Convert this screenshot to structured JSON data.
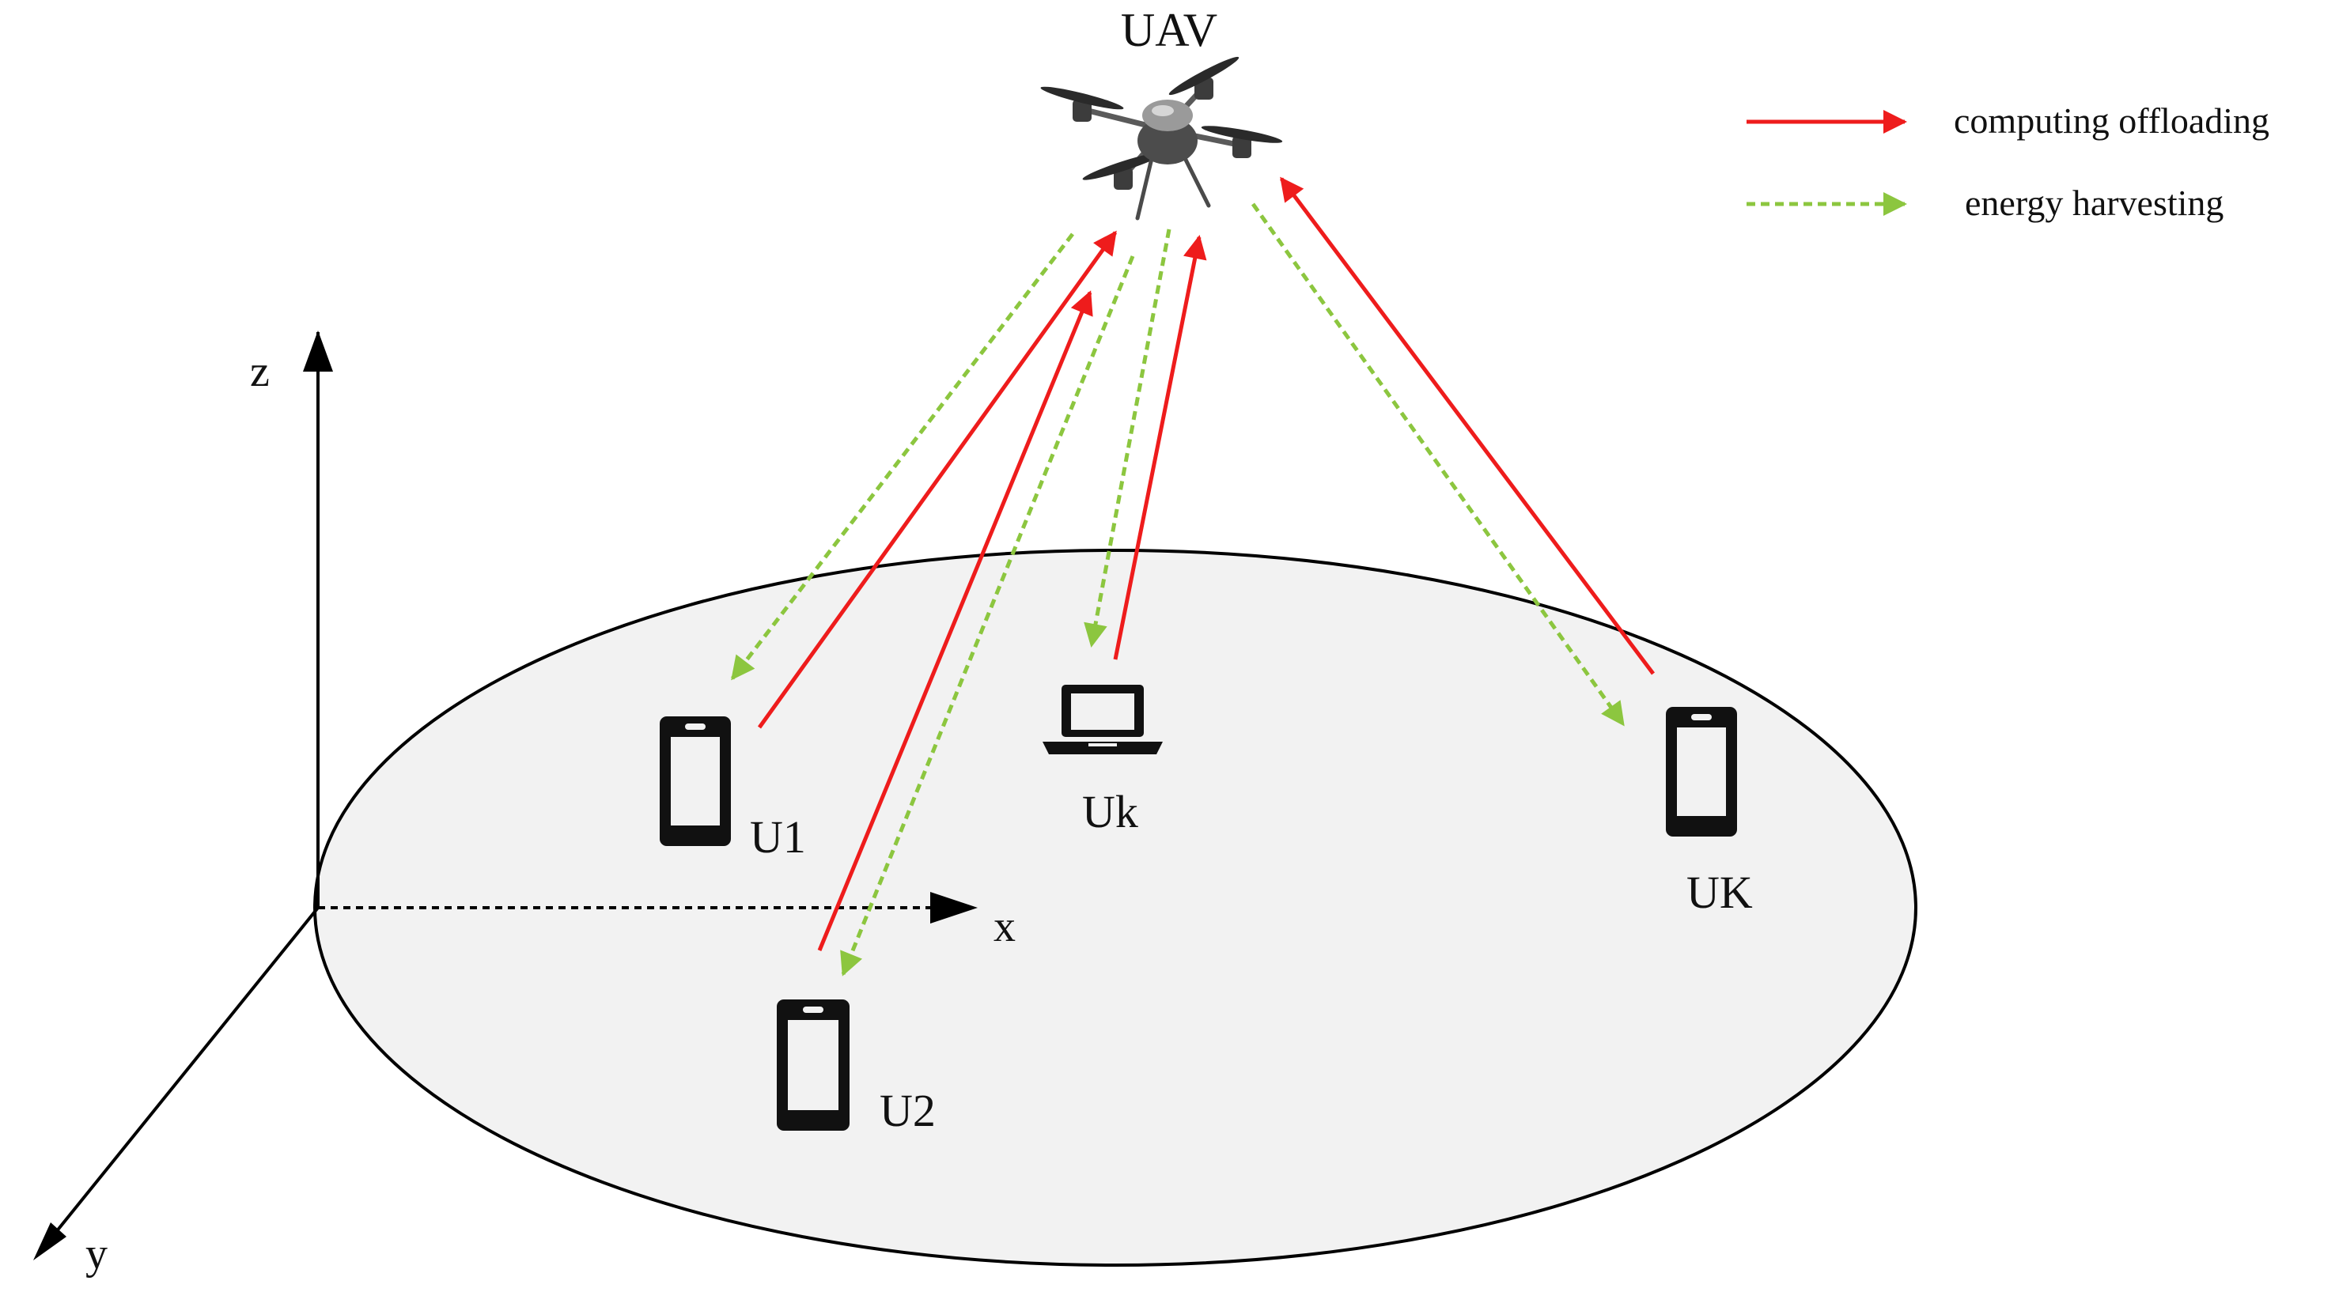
{
  "title": "UAV",
  "legend": {
    "offloading_label": "computing offloading",
    "harvesting_label": "energy harvesting"
  },
  "axes": {
    "x": "x",
    "y": "y",
    "z": "z"
  },
  "devices": {
    "u1": "U1",
    "u2": "U2",
    "uk_small": "Uk",
    "uk_big": "UK"
  },
  "colors": {
    "offloading": "#ee1c1c",
    "harvesting": "#8cc63f",
    "ground": "#f2f2f2",
    "device": "#111111"
  },
  "icons": {
    "uav": "quadcopter-drone-icon",
    "u1": "smartphone-icon",
    "u2": "smartphone-icon",
    "uk_small": "laptop-icon",
    "uk_big": "smartphone-icon"
  }
}
